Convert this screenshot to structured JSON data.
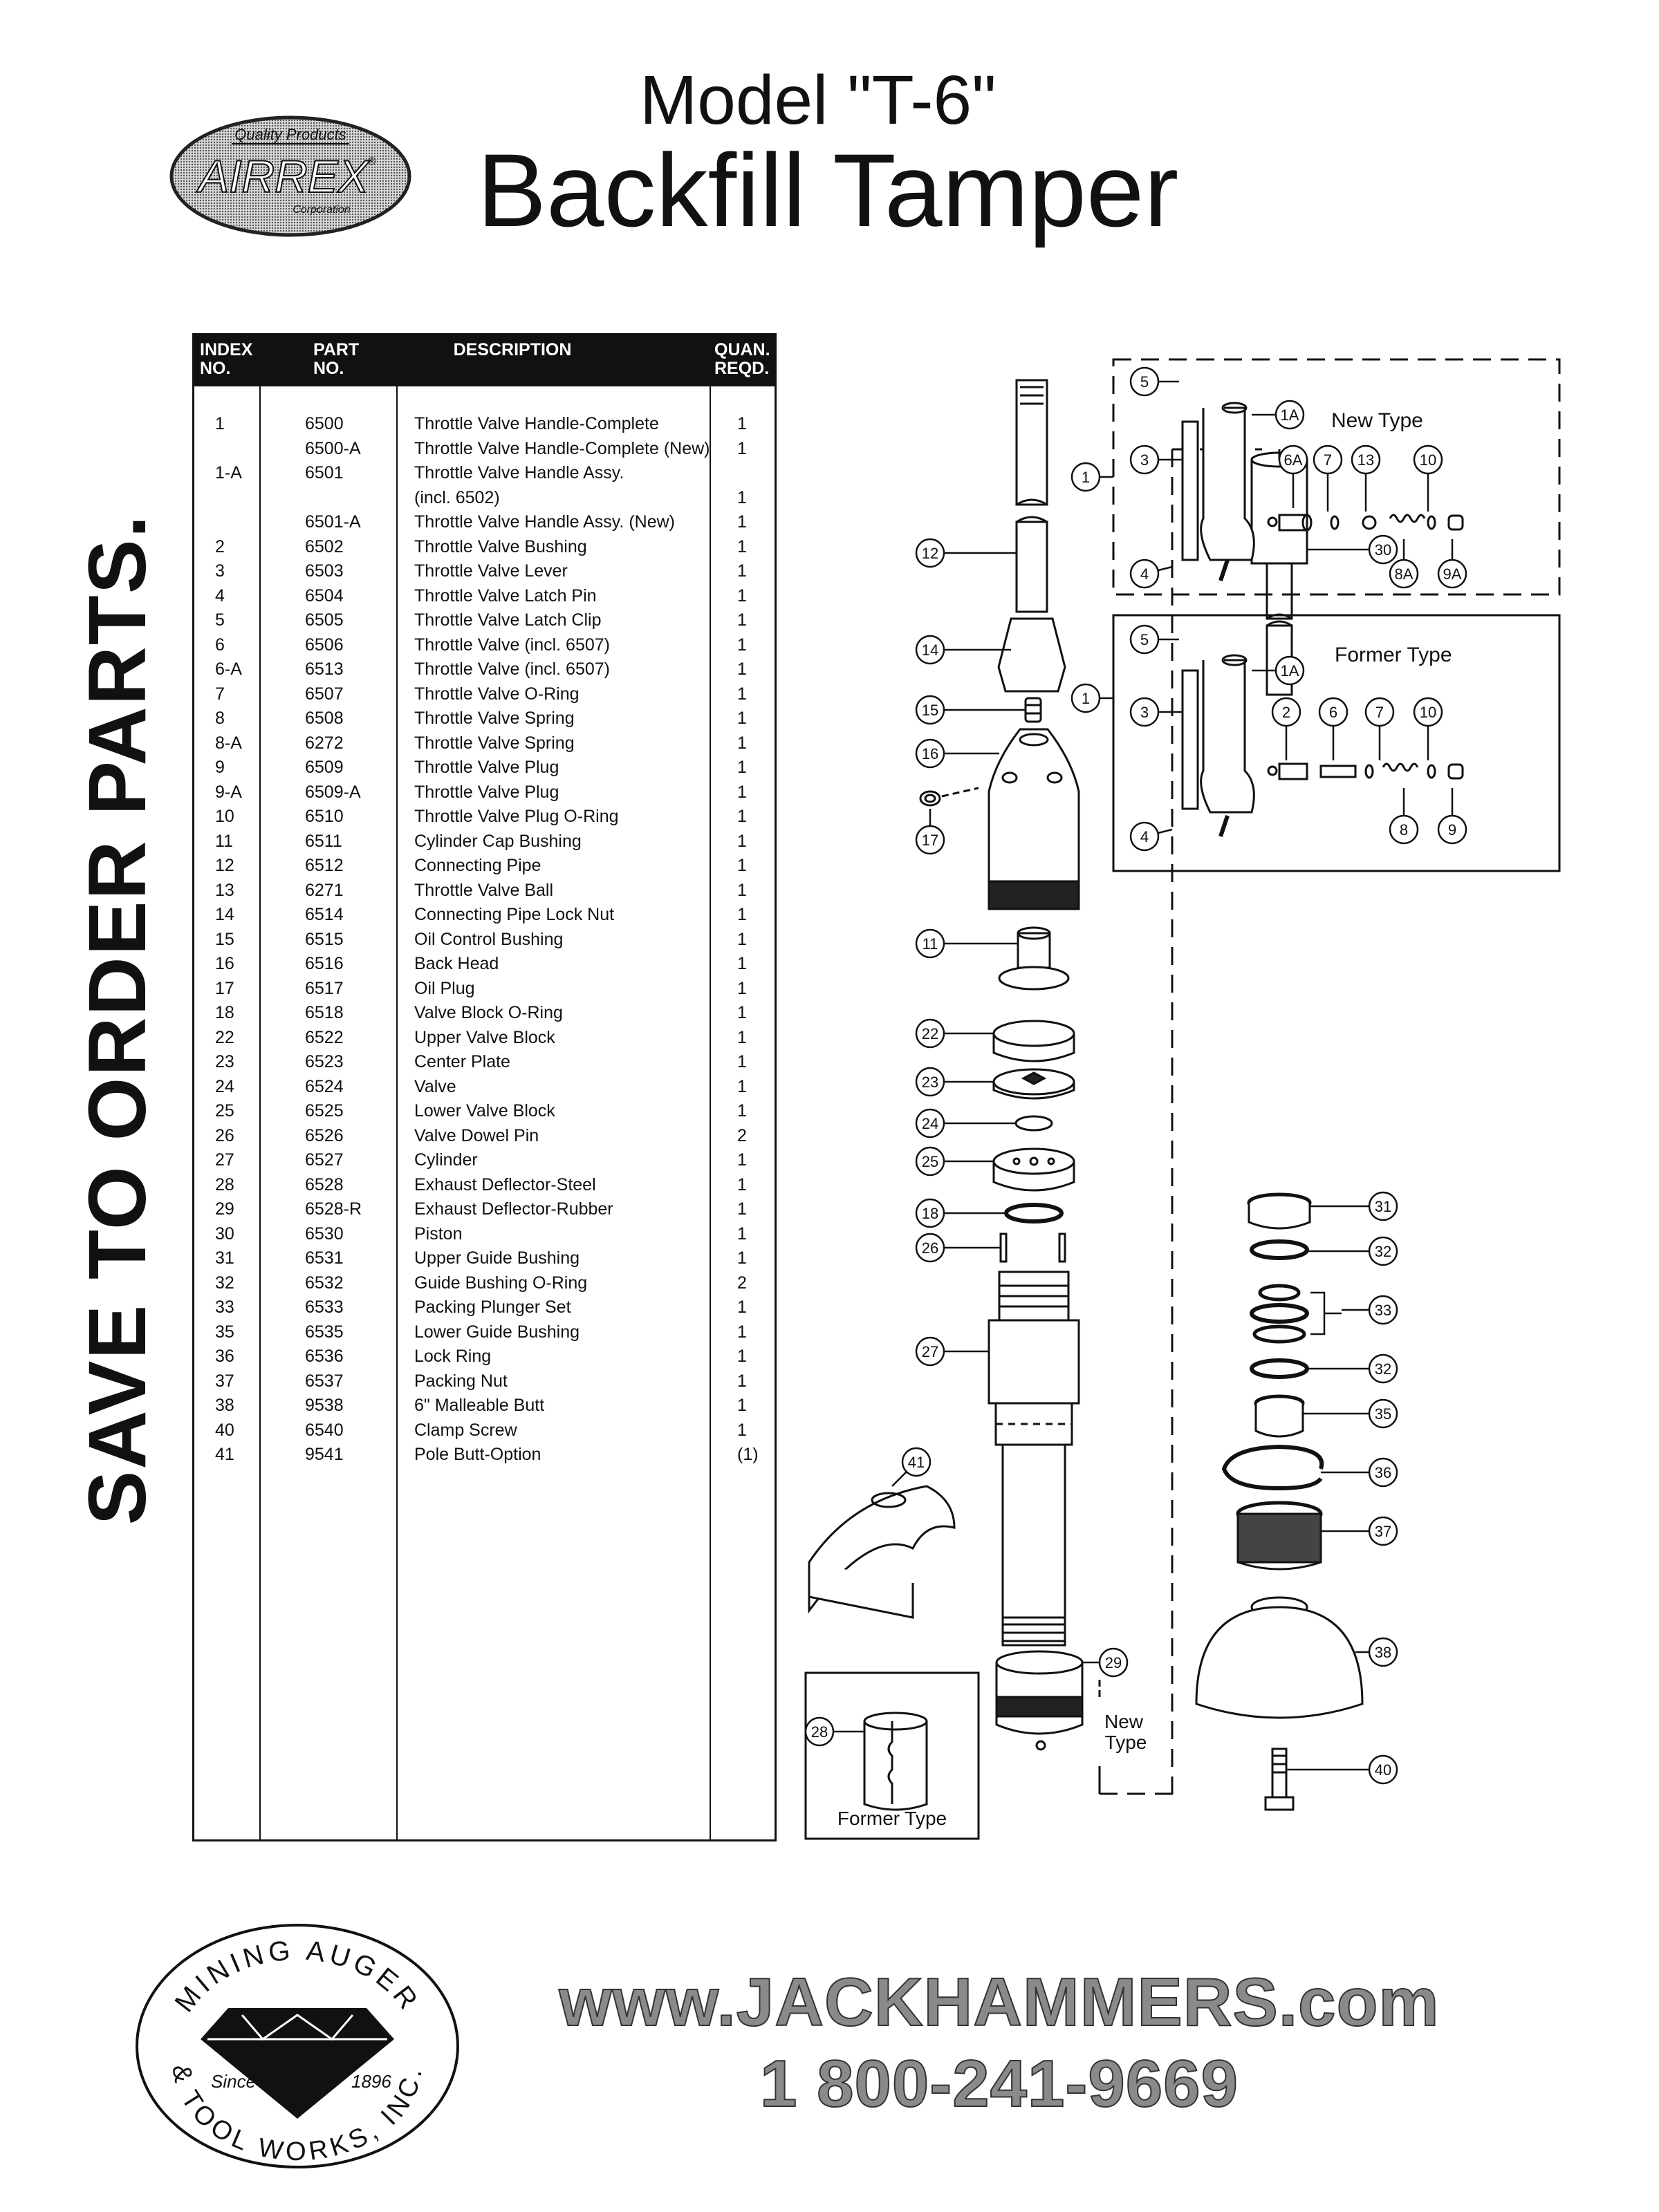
{
  "header": {
    "brand_top": "Quality Products",
    "brand_name": "AIRREX",
    "brand_reg": "®",
    "brand_bottom": "Corporation",
    "model": "Model \"T-6\"",
    "title": "Backfill Tamper"
  },
  "side_text": "SAVE TO ORDER PARTS.",
  "table": {
    "headers": {
      "index": "INDEX\nNO.",
      "part": "PART\nNO.",
      "description": "DESCRIPTION",
      "quantity": "QUAN.\nREQD."
    },
    "rows": [
      {
        "idx": "1",
        "part": "6500",
        "desc": "Throttle Valve Handle-Complete",
        "qty": "1"
      },
      {
        "idx": "",
        "part": "6500-A",
        "desc": "Throttle Valve Handle-Complete (New)",
        "qty": "1"
      },
      {
        "idx": "1-A",
        "part": "6501",
        "desc": "Throttle Valve Handle Assy.",
        "qty": ""
      },
      {
        "idx": "",
        "part": "",
        "desc": "(incl. 6502)",
        "qty": "1"
      },
      {
        "idx": "",
        "part": "6501-A",
        "desc": "Throttle Valve Handle Assy. (New)",
        "qty": "1"
      },
      {
        "idx": "2",
        "part": "6502",
        "desc": "Throttle Valve Bushing",
        "qty": "1"
      },
      {
        "idx": "3",
        "part": "6503",
        "desc": "Throttle Valve Lever",
        "qty": "1"
      },
      {
        "idx": "4",
        "part": "6504",
        "desc": "Throttle Valve Latch Pin",
        "qty": "1"
      },
      {
        "idx": "5",
        "part": "6505",
        "desc": "Throttle Valve Latch Clip",
        "qty": "1"
      },
      {
        "idx": "6",
        "part": "6506",
        "desc": "Throttle Valve (incl. 6507)",
        "qty": "1"
      },
      {
        "idx": "6-A",
        "part": "6513",
        "desc": "Throttle Valve (incl. 6507)",
        "qty": "1"
      },
      {
        "idx": "7",
        "part": "6507",
        "desc": "Throttle Valve O-Ring",
        "qty": "1"
      },
      {
        "idx": "8",
        "part": "6508",
        "desc": "Throttle Valve Spring",
        "qty": "1"
      },
      {
        "idx": "8-A",
        "part": "6272",
        "desc": "Throttle Valve Spring",
        "qty": "1"
      },
      {
        "idx": "9",
        "part": "6509",
        "desc": "Throttle Valve Plug",
        "qty": "1"
      },
      {
        "idx": "9-A",
        "part": "6509-A",
        "desc": "Throttle Valve Plug",
        "qty": "1"
      },
      {
        "idx": "10",
        "part": "6510",
        "desc": "Throttle Valve Plug O-Ring",
        "qty": "1"
      },
      {
        "idx": "11",
        "part": "6511",
        "desc": "Cylinder Cap Bushing",
        "qty": "1"
      },
      {
        "idx": "12",
        "part": "6512",
        "desc": "Connecting Pipe",
        "qty": "1"
      },
      {
        "idx": "13",
        "part": "6271",
        "desc": "Throttle Valve Ball",
        "qty": "1"
      },
      {
        "idx": "14",
        "part": "6514",
        "desc": "Connecting Pipe Lock Nut",
        "qty": "1"
      },
      {
        "idx": "15",
        "part": "6515",
        "desc": "Oil Control Bushing",
        "qty": "1"
      },
      {
        "idx": "16",
        "part": "6516",
        "desc": "Back Head",
        "qty": "1"
      },
      {
        "idx": "17",
        "part": "6517",
        "desc": "Oil Plug",
        "qty": "1"
      },
      {
        "idx": "18",
        "part": "6518",
        "desc": "Valve Block O-Ring",
        "qty": "1"
      },
      {
        "idx": "22",
        "part": "6522",
        "desc": "Upper Valve Block",
        "qty": "1"
      },
      {
        "idx": "23",
        "part": "6523",
        "desc": "Center Plate",
        "qty": "1"
      },
      {
        "idx": "24",
        "part": "6524",
        "desc": "Valve",
        "qty": "1"
      },
      {
        "idx": "25",
        "part": "6525",
        "desc": "Lower Valve Block",
        "qty": "1"
      },
      {
        "idx": "26",
        "part": "6526",
        "desc": "Valve Dowel Pin",
        "qty": "2"
      },
      {
        "idx": "27",
        "part": "6527",
        "desc": "Cylinder",
        "qty": "1"
      },
      {
        "idx": "28",
        "part": "6528",
        "desc": "Exhaust Deflector-Steel",
        "qty": "1"
      },
      {
        "idx": "29",
        "part": "6528-R",
        "desc": "Exhaust Deflector-Rubber",
        "qty": "1"
      },
      {
        "idx": "30",
        "part": "6530",
        "desc": "Piston",
        "qty": "1"
      },
      {
        "idx": "31",
        "part": "6531",
        "desc": "Upper Guide Bushing",
        "qty": "1"
      },
      {
        "idx": "32",
        "part": "6532",
        "desc": "Guide Bushing O-Ring",
        "qty": "2"
      },
      {
        "idx": "33",
        "part": "6533",
        "desc": "Packing Plunger Set",
        "qty": "1"
      },
      {
        "idx": "35",
        "part": "6535",
        "desc": "Lower Guide Bushing",
        "qty": "1"
      },
      {
        "idx": "36",
        "part": "6536",
        "desc": "Lock Ring",
        "qty": "1"
      },
      {
        "idx": "37",
        "part": "6537",
        "desc": "Packing Nut",
        "qty": "1"
      },
      {
        "idx": "38",
        "part": "9538",
        "desc": "6\" Malleable Butt",
        "qty": "1"
      },
      {
        "idx": "40",
        "part": "6540",
        "desc": "Clamp Screw",
        "qty": "1"
      },
      {
        "idx": "41",
        "part": "9541",
        "desc": "Pole Butt-Option",
        "qty": "(1)"
      }
    ]
  },
  "diagram": {
    "new_type_label": "New Type",
    "former_type_label": "Former Type",
    "new_type_29_line1": "New",
    "new_type_29_line2": "Type",
    "former_type_28_label": "Former Type",
    "callouts": {
      "c1": "1",
      "c1a": "1A",
      "c2": "2",
      "c3": "3",
      "c4": "4",
      "c5": "5",
      "c6": "6",
      "c6a": "6A",
      "c7": "7",
      "c8": "8",
      "c8a": "8A",
      "c9": "9",
      "c9a": "9A",
      "c10": "10",
      "c11": "11",
      "c12": "12",
      "c13": "13",
      "c14": "14",
      "c15": "15",
      "c16": "16",
      "c17": "17",
      "c18": "18",
      "c22": "22",
      "c23": "23",
      "c24": "24",
      "c25": "25",
      "c26": "26",
      "c27": "27",
      "c28": "28",
      "c29": "29",
      "c30": "30",
      "c31": "31",
      "c32": "32",
      "c33": "33",
      "c35": "35",
      "c36": "36",
      "c37": "37",
      "c38": "38",
      "c40": "40",
      "c41": "41"
    }
  },
  "footer": {
    "logo_top": "MINING AUGER",
    "logo_bottom": "& TOOL WORKS, INC.",
    "since": "Since",
    "year": "1896",
    "url": "www.JACKHAMMERS.com",
    "phone": "1 800-241-9669"
  }
}
